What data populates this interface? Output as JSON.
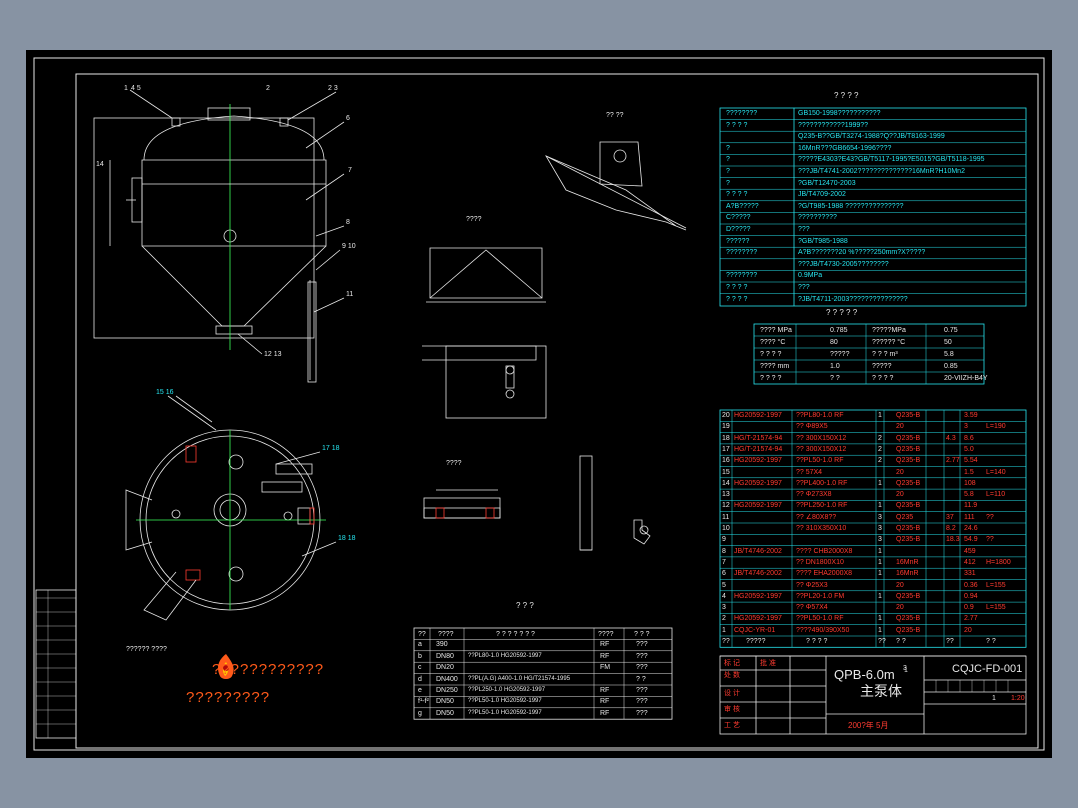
{
  "sheet": {
    "tech_title": "? ? ? ?",
    "design_title": "? ? ? ? ?",
    "nozzle_title": "? ? ?",
    "logo_text_1": "????????????",
    "logo_text_2": "?????????",
    "bottom_view_label": "?????? ????",
    "section_label_a": "????",
    "section_label_b": "????",
    "detail_label": "?? ??",
    "colors": {
      "sheet": "#000000",
      "outline": "#e8e8e8",
      "table": "#27e6f0",
      "accent": "#ff3b30",
      "logo": "#ff5a1a"
    }
  },
  "tech_rows": [
    {
      "label": "????????",
      "value": "GB150-1998???????????"
    },
    {
      "label": "? ? ? ?",
      "value": "????????????1999??"
    },
    {
      "label": "",
      "value": "Q235-B??GB/T3274-1988?Q??JB/T8163-1999"
    },
    {
      "label": "?",
      "value": "16MnR???GB6654-1996????"
    },
    {
      "label": "?",
      "value": "?????E4303?E43?GB/T5117-1995?E5015?GB/T5118-1995"
    },
    {
      "label": "?",
      "value": "???JB/T4741-2002??????????????16MnR?H10Mn2"
    },
    {
      "label": "?",
      "value": "?GB/T12470-2003"
    },
    {
      "label": "? ? ? ?",
      "value": "JB/T4709-2002"
    },
    {
      "label": "A?B?????",
      "value": "?G/T985-1988 ???????????????"
    },
    {
      "label": "C?????",
      "value": "??????????"
    },
    {
      "label": "D?????",
      "value": "???"
    },
    {
      "label": "??????",
      "value": "?GB/T985-1988"
    },
    {
      "label": "????????",
      "value": "A?B???????20 %?????250mm?X?????"
    },
    {
      "label": "",
      "value": "???JB/T4730-2005????????"
    },
    {
      "label": "????????",
      "value": "0.9MPa"
    },
    {
      "label": "? ? ? ?",
      "value": "???"
    },
    {
      "label": "? ? ? ?",
      "value": "?JB/T4711-2003???????????????"
    }
  ],
  "design_rows": [
    {
      "l1": "???? MPa",
      "v1": "0.785",
      "l2": "?????MPa",
      "v2": "0.75"
    },
    {
      "l1": "????  °C",
      "v1": "80",
      "l2": "?????? °C",
      "v2": "50"
    },
    {
      "l1": "? ? ? ?",
      "v1": "?????",
      "l2": "? ? ?  m³",
      "v2": "5.8"
    },
    {
      "l1": "???? mm",
      "v1": "1.0",
      "l2": "?????",
      "v2": "0.85"
    },
    {
      "l1": "? ? ? ?",
      "v1": "?  ?",
      "l2": "? ? ? ?",
      "v2": "20-VIIZH-B4Y"
    }
  ],
  "parts_rows": [
    {
      "no": "20",
      "std": "HG20592-1997",
      "name": "??PL80-1.0 RF",
      "qty": "1",
      "mat": "Q235-B",
      "w1": "",
      "w2": "3.59",
      "note": ""
    },
    {
      "no": "19",
      "std": "",
      "name": "??  Φ89X5",
      "qty": "",
      "mat": "20",
      "w1": "",
      "w2": "3",
      "note": "L=190"
    },
    {
      "no": "18",
      "std": "HG/T-21574-94",
      "name": "?? 300X150X12",
      "qty": "2",
      "mat": "Q235-B",
      "w1": "4.3",
      "w2": "8.6",
      "note": ""
    },
    {
      "no": "17",
      "std": "HG/T-21574-94",
      "name": "?? 300X150X12",
      "qty": "2",
      "mat": "Q235-B",
      "w1": "",
      "w2": "5.0",
      "note": ""
    },
    {
      "no": "16",
      "std": "HG20592-1997",
      "name": "??PL50-1.0 RF",
      "qty": "2",
      "mat": "Q235-B",
      "w1": "2.77",
      "w2": "5.54",
      "note": ""
    },
    {
      "no": "15",
      "std": "",
      "name": "??  57X4",
      "qty": "",
      "mat": "20",
      "w1": "",
      "w2": "1.5",
      "note": "L=140"
    },
    {
      "no": "14",
      "std": "HG20592-1997",
      "name": "??PL400-1.0 RF",
      "qty": "1",
      "mat": "Q235-B",
      "w1": "",
      "w2": "108",
      "note": ""
    },
    {
      "no": "13",
      "std": "",
      "name": "??  Φ273X8",
      "qty": "",
      "mat": "20",
      "w1": "",
      "w2": "5.8",
      "note": "L=110"
    },
    {
      "no": "12",
      "std": "HG20592-1997",
      "name": "??PL250-1.0 RF",
      "qty": "1",
      "mat": "Q235-B",
      "w1": "",
      "w2": "11.9",
      "note": ""
    },
    {
      "no": "11",
      "std": "",
      "name": "??  ∠80X8??",
      "qty": "3",
      "mat": "Q235",
      "w1": "37",
      "w2": "111",
      "note": "??"
    },
    {
      "no": "10",
      "std": "",
      "name": "?? 310X350X10",
      "qty": "3",
      "mat": "Q235-B",
      "w1": "8.2",
      "w2": "24.6",
      "note": ""
    },
    {
      "no": "9",
      "std": "",
      "name": "",
      "qty": "3",
      "mat": "Q235-B",
      "w1": "18.3",
      "w2": "54.9",
      "note": "??"
    },
    {
      "no": "8",
      "std": "JB/T4746-2002",
      "name": "???? CHB2000X8",
      "qty": "1",
      "mat": "",
      "w1": "",
      "w2": "459",
      "note": ""
    },
    {
      "no": "7",
      "std": "",
      "name": "?? DN1800X10",
      "qty": "1",
      "mat": "16MnR",
      "w1": "",
      "w2": "412",
      "note": "H=1800"
    },
    {
      "no": "6",
      "std": "JB/T4746-2002",
      "name": "???? EHA2000X8",
      "qty": "1",
      "mat": "16MnR",
      "w1": "",
      "w2": "331",
      "note": ""
    },
    {
      "no": "5",
      "std": "",
      "name": "??  Φ25X3",
      "qty": "",
      "mat": "20",
      "w1": "",
      "w2": "0.36",
      "note": "L=155"
    },
    {
      "no": "4",
      "std": "HG20592-1997",
      "name": "??PL20-1.0 FM",
      "qty": "1",
      "mat": "Q235-B",
      "w1": "",
      "w2": "0.94",
      "note": ""
    },
    {
      "no": "3",
      "std": "",
      "name": "??  Φ57X4",
      "qty": "",
      "mat": "20",
      "w1": "",
      "w2": "0.9",
      "note": "L=155"
    },
    {
      "no": "2",
      "std": "HG20592-1997",
      "name": "??PL50-1.0 RF",
      "qty": "1",
      "mat": "Q235-B",
      "w1": "",
      "w2": "2.77",
      "note": ""
    },
    {
      "no": "1",
      "std": "CQJC-YR-01",
      "name": "????490/390X50",
      "qty": "1",
      "mat": "Q235-B",
      "w1": "",
      "w2": "20",
      "note": ""
    }
  ],
  "parts_header": {
    "no": "??",
    "std": "?????",
    "name": "? ? ? ?",
    "qty": "??",
    "mat": "? ?",
    "w": "??",
    "note": "? ?"
  },
  "nozzle_header": {
    "c1": "??",
    "c2": "????",
    "c3": "? ? ? ? ? ? ?",
    "c4": "????",
    "c5": "? ? ?"
  },
  "nozzle_rows": [
    {
      "id": "a",
      "dn": "390",
      "std": "",
      "face": "RF",
      "use": "???"
    },
    {
      "id": "b",
      "dn": "DN80",
      "std": "??PL80-1.0 HG20592-1997",
      "face": "RF",
      "use": "???"
    },
    {
      "id": "c",
      "dn": "DN20",
      "std": "",
      "face": "FM",
      "use": "???"
    },
    {
      "id": "d",
      "dn": "DN400",
      "std": "??PL(A.G) A400-1.0 HG/T21574-1995",
      "face": "",
      "use": "? ?"
    },
    {
      "id": "e",
      "dn": "DN250",
      "std": "??PL250-1.0 HG20592-1997",
      "face": "RF",
      "use": "???"
    },
    {
      "id": "f¹-f²",
      "dn": "DN50",
      "std": "??PL50-1.0 HG20592-1997",
      "face": "RF",
      "use": "???"
    },
    {
      "id": "g",
      "dn": "DN50",
      "std": "??PL50-1.0 HG20592-1997",
      "face": "RF",
      "use": "???"
    }
  ],
  "title_block": {
    "product": "QPB-6.0m",
    "superscript": "3",
    "name": "主泵体",
    "drawing_no": "CQJC-FD-001",
    "date": "200?年 5月",
    "scale": "1:20",
    "sheet_count": "1",
    "sheet_no": "1",
    "label_design": "设 计",
    "label_check": "审 核",
    "label_craft": "工 艺",
    "label_approve": "批 准",
    "label_mark": "标 记",
    "label_count": "处 数"
  },
  "callouts": [
    "1",
    "4",
    "5",
    "2",
    "3",
    "6",
    "7",
    "8",
    "9",
    "10",
    "11",
    "12",
    "13",
    "14",
    "15",
    "16",
    "17",
    "18"
  ]
}
